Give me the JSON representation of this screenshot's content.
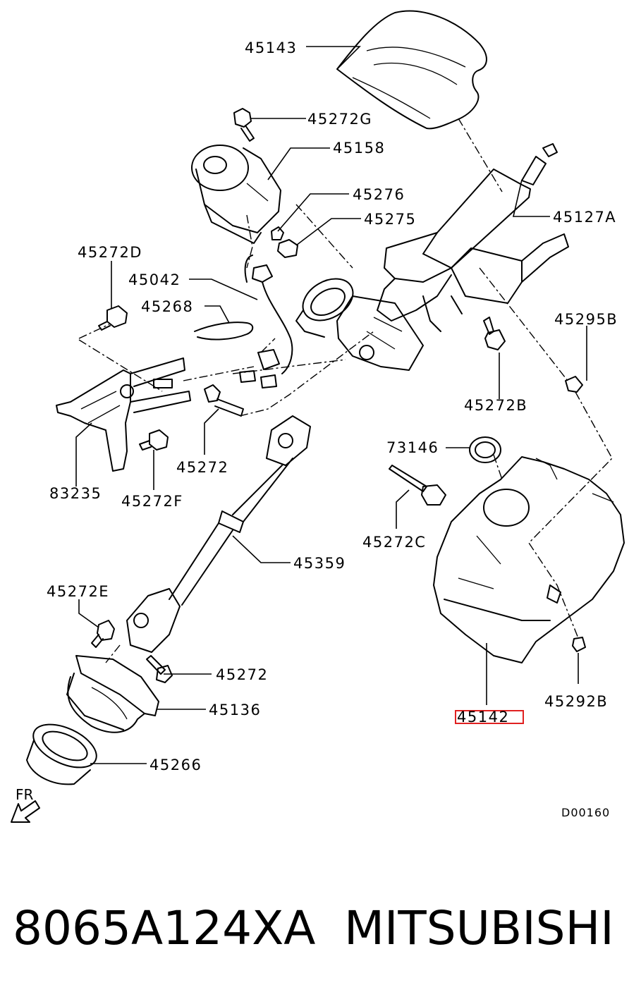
{
  "diagram": {
    "labels": {
      "l45143": "45143",
      "l45272G": "45272G",
      "l45158": "45158",
      "l45276": "45276",
      "l45275": "45275",
      "l45127A": "45127A",
      "l45272D": "45272D",
      "l45042": "45042",
      "l45268": "45268",
      "l45295B": "45295B",
      "l45272B": "45272B",
      "l73146": "73146",
      "l45272": "45272",
      "l83235": "83235",
      "l45272F": "45272F",
      "l45272C": "45272C",
      "l45359": "45359",
      "l45272E": "45272E",
      "l45272_lower": "45272",
      "l45136": "45136",
      "l45292B": "45292B",
      "l45142": "45142",
      "l45266": "45266"
    },
    "highlighted_part": "45142",
    "highlight_color": "#e02020",
    "direction_label": "FR",
    "diagram_code": "D00160"
  },
  "caption": {
    "part_number": "8065A124XA",
    "brand": "MITSUBISHI"
  }
}
